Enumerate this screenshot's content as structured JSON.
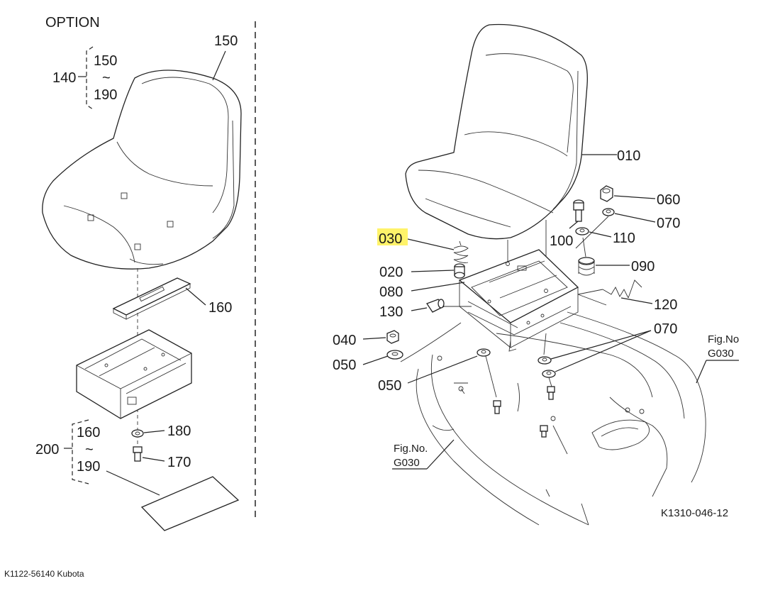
{
  "option_header": "OPTION",
  "groups": {
    "g140": {
      "id": "140",
      "from": "150",
      "tilde": "~",
      "to": "190"
    },
    "g200": {
      "id": "200",
      "from": "160",
      "tilde": "~",
      "to": "190"
    }
  },
  "left_callouts": {
    "c150": "150",
    "c160": "160",
    "c180": "180",
    "c170": "170"
  },
  "right_callouts": {
    "c010": "010",
    "c060": "060",
    "c070a": "070",
    "c100": "100",
    "c110": "110",
    "c030": "030",
    "c090": "090",
    "c020": "020",
    "c080": "080",
    "c130": "130",
    "c120": "120",
    "c070b": "070",
    "c040": "040",
    "c050a": "050",
    "c050b": "050"
  },
  "highlighted_part": "030",
  "highlight_color": "#fff36a",
  "fig_refs": {
    "right": {
      "label": "Fig.No",
      "code": "G030"
    },
    "bottom": {
      "label": "Fig.No.",
      "code": "G030"
    }
  },
  "drawing_code": "K1310-046-12",
  "footer": "K1122-56140 Kubota"
}
